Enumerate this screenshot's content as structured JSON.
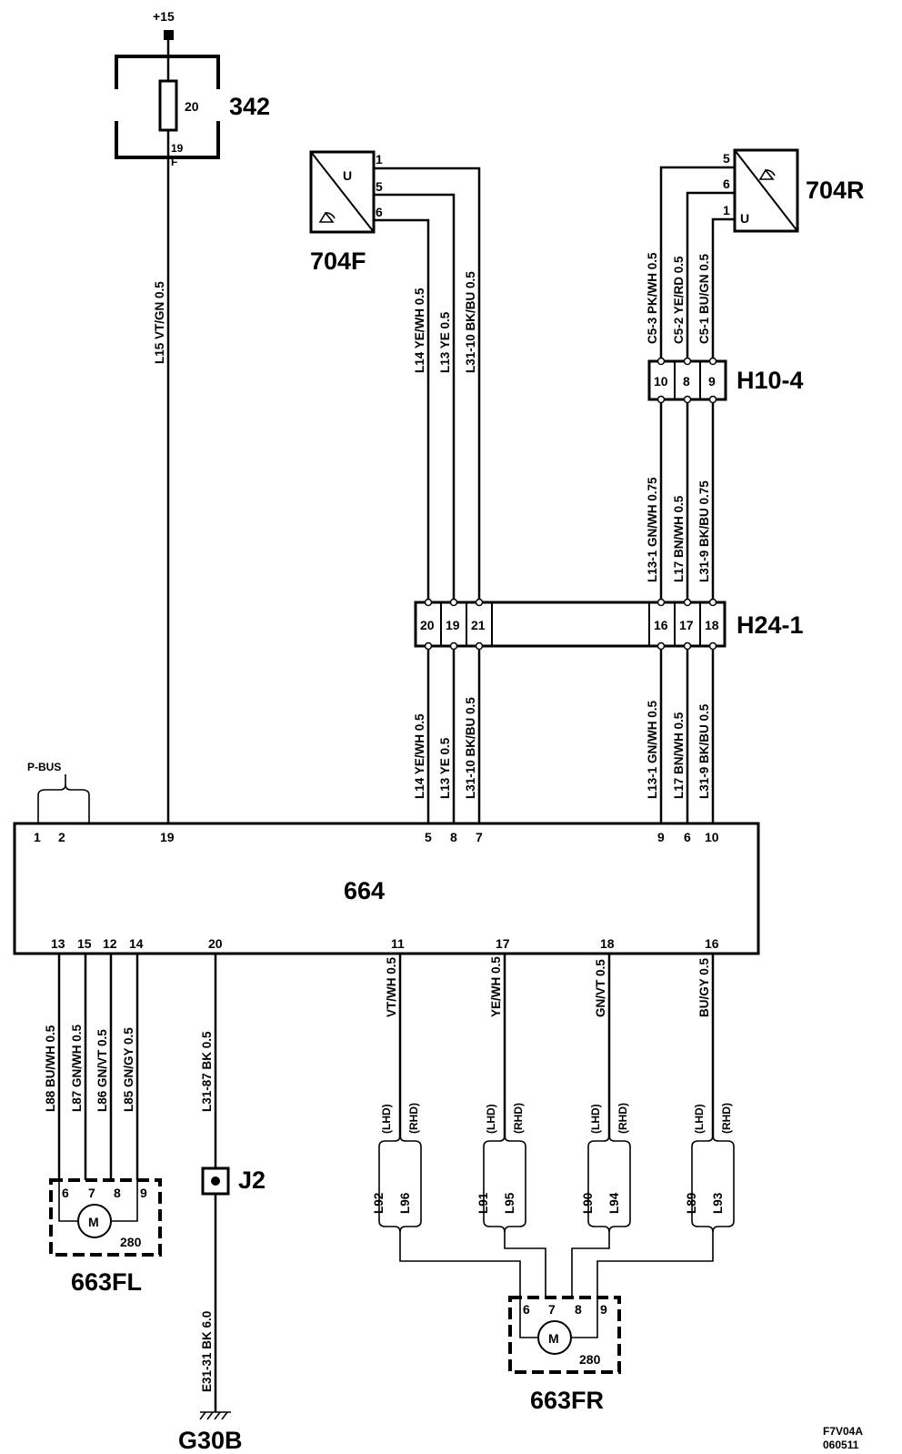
{
  "supply": "+15",
  "fuse": {
    "id": "342",
    "rating": "20",
    "pin": "19",
    "tag": "F"
  },
  "sensors": {
    "front": {
      "id": "704F",
      "symbol": "U",
      "pins": [
        "1",
        "5",
        "6"
      ]
    },
    "rear": {
      "id": "704R",
      "symbol": "U",
      "pins": [
        "5",
        "6",
        "1"
      ]
    }
  },
  "connectors": {
    "h10_4": {
      "id": "H10-4",
      "pins": [
        "10",
        "8",
        "9"
      ]
    },
    "h24_1": {
      "id": "H24-1",
      "pins": [
        "20",
        "19",
        "21",
        "16",
        "17",
        "18"
      ]
    }
  },
  "module": {
    "id": "664",
    "top_pins": [
      "1",
      "2",
      "19",
      "5",
      "8",
      "7",
      "9",
      "6",
      "10"
    ],
    "bottom_pins": [
      "13",
      "15",
      "12",
      "14",
      "20",
      "11",
      "17",
      "18",
      "16"
    ],
    "bus_label": "P-BUS"
  },
  "wires": {
    "l15": "L15  VT/GN  0.5",
    "l14_upper": "L14  YE/WH  0.5",
    "l13_upper": "L13  YE  0.5",
    "l31_10_upper": "L31-10  BK/BU  0.5",
    "c5_3": "C5-3  PK/WH  0.5",
    "c5_2": "C5-2  YE/RD  0.5",
    "c5_1": "C5-1  BU/GN  0.5",
    "l13_1_upper": "L13-1  GN/WH  0.75",
    "l17_upper": "L17  BN/WH  0.5",
    "l31_9_upper": "L31-9  BK/BU  0.75",
    "l14_lower": "L14  YE/WH  0.5",
    "l13_lower": "L13  YE  0.5",
    "l31_10_lower": "L31-10  BK/BU  0.5",
    "l13_1_lower": "L13-1 GN/WH  0.5",
    "l17_lower": "L17  BN/WH  0.5",
    "l31_9_lower": "L31-9  BK/BU  0.5",
    "l88": "L88  BU/WH  0.5",
    "l87": "L87  GN/WH  0.5",
    "l86": "L86  GN/VT  0.5",
    "l85": "L85  GN/GY  0.5",
    "l31_87": "L31-87  BK  0.5",
    "vt_wh": "VT/WH  0.5",
    "ye_wh": "YE/WH  0.5",
    "gn_vt": "GN/VT  0.5",
    "bu_gy": "BU/GY  0.5",
    "e31_31": "E31-31  BK  6.0"
  },
  "harness_variants": {
    "lhd": "(LHD)",
    "rhd": "(RHD)",
    "pairs": [
      {
        "lhd": "L92",
        "rhd": "L96"
      },
      {
        "lhd": "L91",
        "rhd": "L95"
      },
      {
        "lhd": "L90",
        "rhd": "L94"
      },
      {
        "lhd": "L89",
        "rhd": "L93"
      }
    ]
  },
  "motors": {
    "fl": {
      "id": "663FL",
      "symbol": "M",
      "pins": [
        "6",
        "7",
        "8",
        "9"
      ],
      "number": "280"
    },
    "fr": {
      "id": "663FR",
      "symbol": "M",
      "pins": [
        "6",
        "7",
        "8",
        "9"
      ],
      "number": "280"
    }
  },
  "splice": "J2",
  "ground": "G30B",
  "footer": {
    "code": "F7V04A",
    "date": "060511"
  }
}
